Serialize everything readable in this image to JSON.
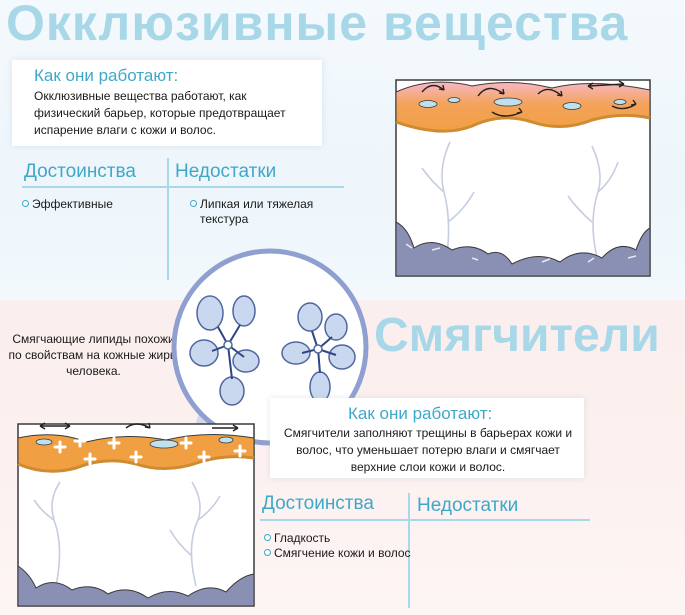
{
  "top_section": {
    "title": "Окклюзивные вещества",
    "how_heading": "Как они работают:",
    "how_text": "Окклюзивные вещества работают, как физический барьер, которые предотвращает испарение влаги с кожи и волос.",
    "pros_heading": "Достоинства",
    "cons_heading": "Недостатки",
    "pros": [
      "Эффективные"
    ],
    "cons": [
      "Липкая или тяжелая текстура"
    ]
  },
  "bottom_section": {
    "title": "Смягчители",
    "lipid_note": "Смягчающие липиды похожи по свойствам на кожные жиры человека.",
    "how_heading": "Как они работают:",
    "how_text": "Смягчители заполняют трещины в барьерах кожи и волос, что уменьшает потерю влаги и смягчает верхние слои кожи и волос.",
    "pros_heading": "Достоинства",
    "cons_heading": "Недостатки",
    "pros": [
      "Гладкость",
      "Смягчение кожи и волос"
    ],
    "cons": []
  },
  "colors": {
    "title": "#a8d8e8",
    "heading_accent": "#3fa8c8",
    "skin_surface": "#f2a84a",
    "rock": "#8a8fb4",
    "lipid_shape": "#5a72a8"
  },
  "icons": [
    "arrow-icon",
    "plus-icon",
    "lipid-molecule-icon"
  ]
}
